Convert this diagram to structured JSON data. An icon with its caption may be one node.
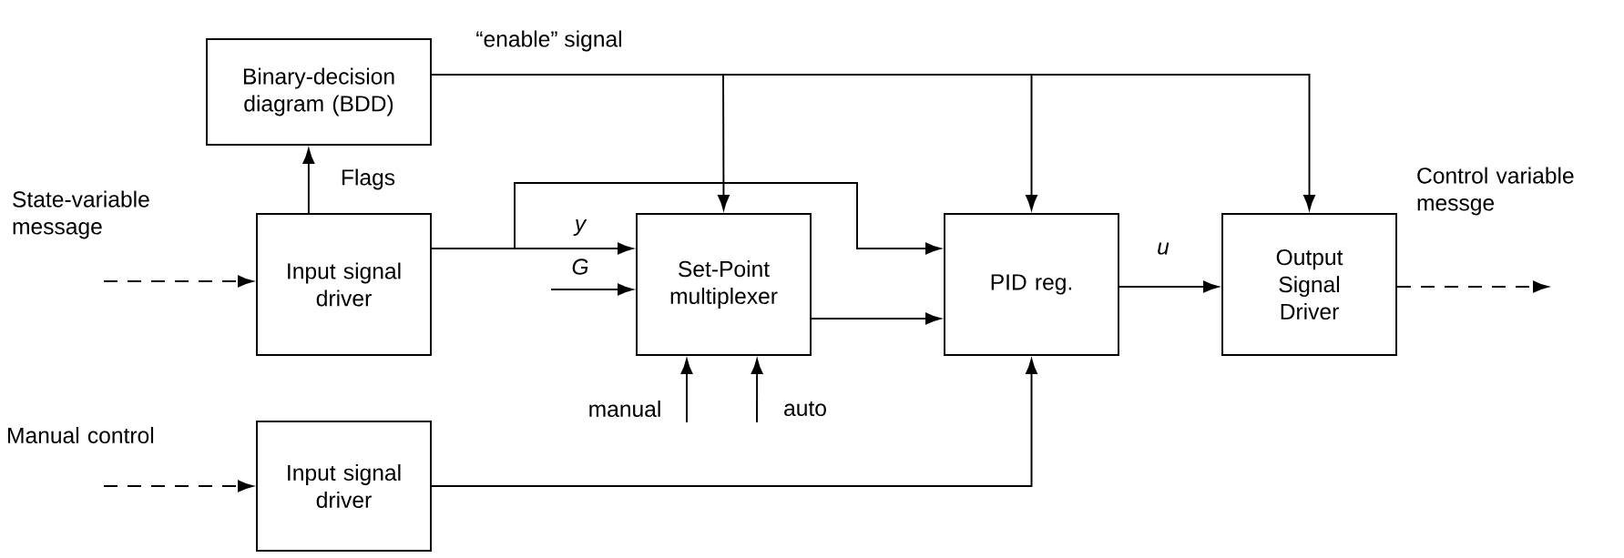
{
  "diagram": {
    "nodes": [
      {
        "text": [
          "Binary-decision diagram (BDD)"
        ]
      },
      {
        "text": [
          "Input signal driver"
        ]
      },
      {
        "text": [
          "Set-Point multiplexer"
        ]
      },
      {
        "text": [
          "PID reg."
        ]
      },
      {
        "text": [
          "Output Signal Driver"
        ]
      },
      {
        "text": [
          "Input signal driver"
        ]
      }
    ],
    "edges": [
      {
        "from": null,
        "to": 1,
        "arrow": "to",
        "style": "dashed"
      },
      {
        "from": 1,
        "to": 0,
        "arrow": "to",
        "label": "Flags"
      },
      {
        "from": 0,
        "to": 2,
        "arrow": "to",
        "label": "“enable” signal"
      },
      {
        "from": 0,
        "to": 3,
        "arrow": "to"
      },
      {
        "from": 0,
        "to": 4,
        "arrow": "to"
      },
      {
        "from": 1,
        "to": 2,
        "arrow": "to",
        "label": "y"
      },
      {
        "from": 1,
        "to": 3,
        "arrow": "to"
      },
      {
        "from": null,
        "to": 2,
        "arrow": "to",
        "label": "G"
      },
      {
        "from": 2,
        "to": 3,
        "arrow": "to"
      },
      {
        "from": null,
        "to": 2,
        "arrow": "to",
        "label": "manual"
      },
      {
        "from": null,
        "to": 2,
        "arrow": "to",
        "label": "auto"
      },
      {
        "from": 3,
        "to": 4,
        "arrow": "to",
        "label": "u"
      },
      {
        "from": 4,
        "to": null,
        "arrow": "to",
        "style": "dashed"
      },
      {
        "from": null,
        "to": 5,
        "arrow": "to",
        "style": "dashed"
      },
      {
        "from": 5,
        "to": 3,
        "arrow": "to"
      }
    ],
    "labels": [
      "State-variable message",
      "Manual control",
      "Control variable messge"
    ]
  }
}
